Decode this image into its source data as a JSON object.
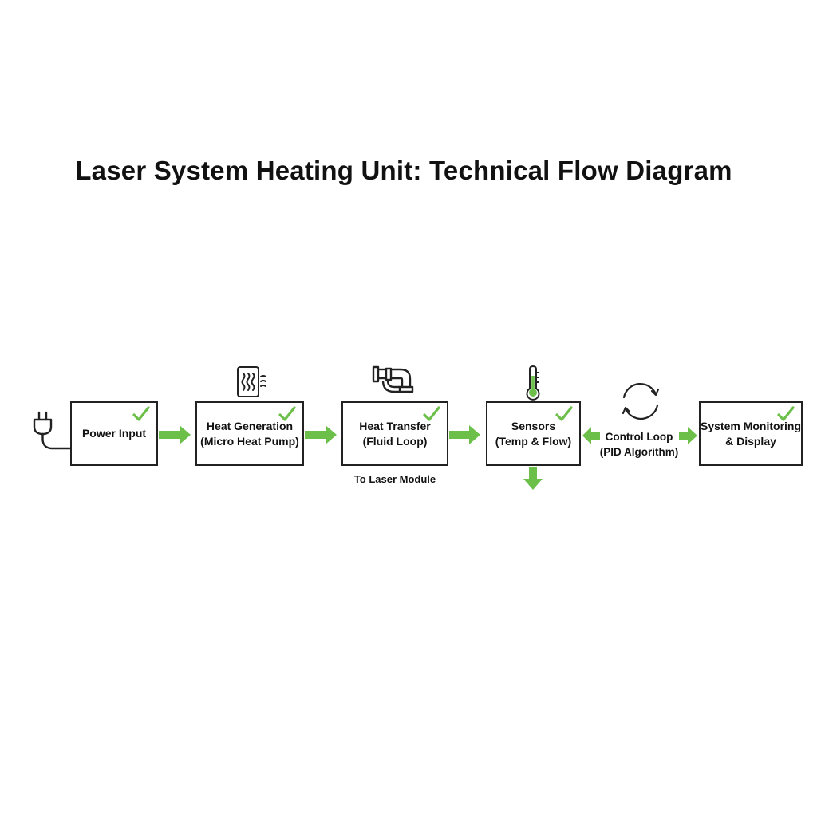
{
  "title": "Laser System Heating Unit: Technical Flow Diagram",
  "colors": {
    "accent": "#6cc04a",
    "stroke": "#222222"
  },
  "nodes": [
    {
      "id": "power",
      "lines": [
        "Power Input"
      ],
      "icon": "plug-icon",
      "checked": true
    },
    {
      "id": "heat_gen",
      "lines": [
        "Heat Generation",
        "(Micro Heat Pump)"
      ],
      "icon": "heat-panel-icon",
      "checked": true
    },
    {
      "id": "heat_transfer",
      "lines": [
        "Heat Transfer",
        "(Fluid Loop)"
      ],
      "icon": "pipe-icon",
      "checked": true
    },
    {
      "id": "sensors",
      "lines": [
        "Sensors",
        "(Temp & Flow)"
      ],
      "icon": "thermometer-icon",
      "checked": true
    },
    {
      "id": "monitoring",
      "lines": [
        "System Monitoring",
        "& Display"
      ],
      "checked": true
    }
  ],
  "control_loop": {
    "lines": [
      "Control Loop",
      "(PID Algorithm)"
    ],
    "icon": "cycle-arrows-icon"
  },
  "output_label": "To Laser Module"
}
